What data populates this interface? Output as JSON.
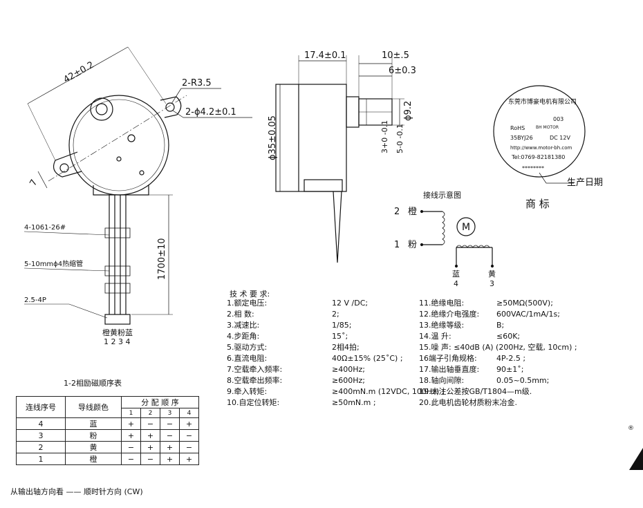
{
  "top_view": {
    "dim_diameter_mount": "42±0.2",
    "dim_radius": "2-R3.5",
    "dim_holes": "2-ϕ4.2±0.1",
    "dim_tab": "7",
    "dim_length": "1700±10",
    "wire_spec": "4-1061-26#",
    "heat_shrink": "5-10mmϕ4热缩管",
    "connector": "2.5-4P",
    "wire_colors": "橙黄粉蓝",
    "pin_numbers": "1 2 3 4"
  },
  "side_view": {
    "dim_body": "17.4±0.1",
    "dim_shaft_total": "10±.5",
    "dim_shaft_flat": "6±0.3",
    "dim_body_dia": "ϕ35±0.05",
    "dim_shaft_dia": "ϕ9.2",
    "dim_offset_a": "3+0 -0.1",
    "dim_offset_b": "5-0 -0.1"
  },
  "label": {
    "company": "东莞市博豪电机有限公司",
    "code": "003",
    "rohs": "RoHS",
    "model": "35BYJ26",
    "voltage": "DC 12V",
    "brand_small": "BH MOTOR",
    "url": "http://www.motor-bh.com",
    "tel": "Tel:0769-82181380",
    "serial": "********",
    "date_label": "生产日期",
    "trademark": "商    标"
  },
  "wiring": {
    "title": "接线示意图",
    "pin2": "2",
    "pin2_color": "橙",
    "pin1": "1",
    "pin1_color": "粉",
    "motor_symbol": "M",
    "pin4_color": "蓝",
    "pin3_color": "黄",
    "pin4": "4",
    "pin3": "3"
  },
  "specs": {
    "title": "技  术  要  求:",
    "left": [
      {
        "label": "1.额定电压:",
        "value": "12  V  /DC;"
      },
      {
        "label": "2.相      数:",
        "value": "2;"
      },
      {
        "label": "3.减速比:",
        "value": "1/85;"
      },
      {
        "label": "4.步距角:",
        "value": "15˚;"
      },
      {
        "label": "5.驱动方式:",
        "value": "2相4拍;"
      },
      {
        "label": "6.直流电阻:",
        "value": "40Ω±15% (25˚C) ;"
      },
      {
        "label": "7.空载牵入频率:",
        "value": "≥400Hz;"
      },
      {
        "label": "8.空载牵出频率:",
        "value": "≥600Hz;"
      },
      {
        "label": "9.牵入转矩:",
        "value": "≥400mN.m (12VDC, 100Hz) ;"
      },
      {
        "label": "10.自定位转矩:",
        "value": "≥50mN.m     ;"
      }
    ],
    "right": [
      {
        "label": "11.绝缘电阻:",
        "value": "≥50MΩ(500V);"
      },
      {
        "label": "12.绝缘介电强度:",
        "value": "600VAC/1mA/1s;"
      },
      {
        "label": "13.绝缘等级:",
        "value": "B;"
      },
      {
        "label": "14.温    升:",
        "value": "≤60K;"
      },
      {
        "label": "15.噪   声: ≤40dB (A) (200Hz, 空载, 10cm) ;",
        "value": ""
      },
      {
        "label": "16端子引角规格:",
        "value": "4P-2.5 ;"
      },
      {
        "label": "17.输出轴垂直度:",
        "value": "90±1˚;"
      },
      {
        "label": "18.轴向间隙:",
        "value": "0.05~0.5mm;"
      },
      {
        "label": "19.未注公差按GB/T1804—m级.",
        "value": ""
      },
      {
        "label": "20.此电机齿轮材质粉末冶金.",
        "value": ""
      }
    ]
  },
  "sequence": {
    "title": "1-2相励磁顺序表",
    "col_seq": "连线序号",
    "col_color": "导线颜色",
    "col_dist": "分  配  顺  序",
    "steps": [
      "1",
      "2",
      "3",
      "4"
    ],
    "rows": [
      {
        "seq": "4",
        "color": "蓝",
        "s": [
          "+",
          "−",
          "−",
          "+"
        ]
      },
      {
        "seq": "3",
        "color": "粉",
        "s": [
          "+",
          "+",
          "−",
          "−"
        ]
      },
      {
        "seq": "2",
        "color": "黄",
        "s": [
          "−",
          "+",
          "+",
          "−"
        ]
      },
      {
        "seq": "1",
        "color": "橙",
        "s": [
          "−",
          "−",
          "+",
          "+"
        ]
      }
    ],
    "footer": "从输出轴方向看 ——  顺时针方向 (CW)"
  },
  "corner_mark": "®"
}
